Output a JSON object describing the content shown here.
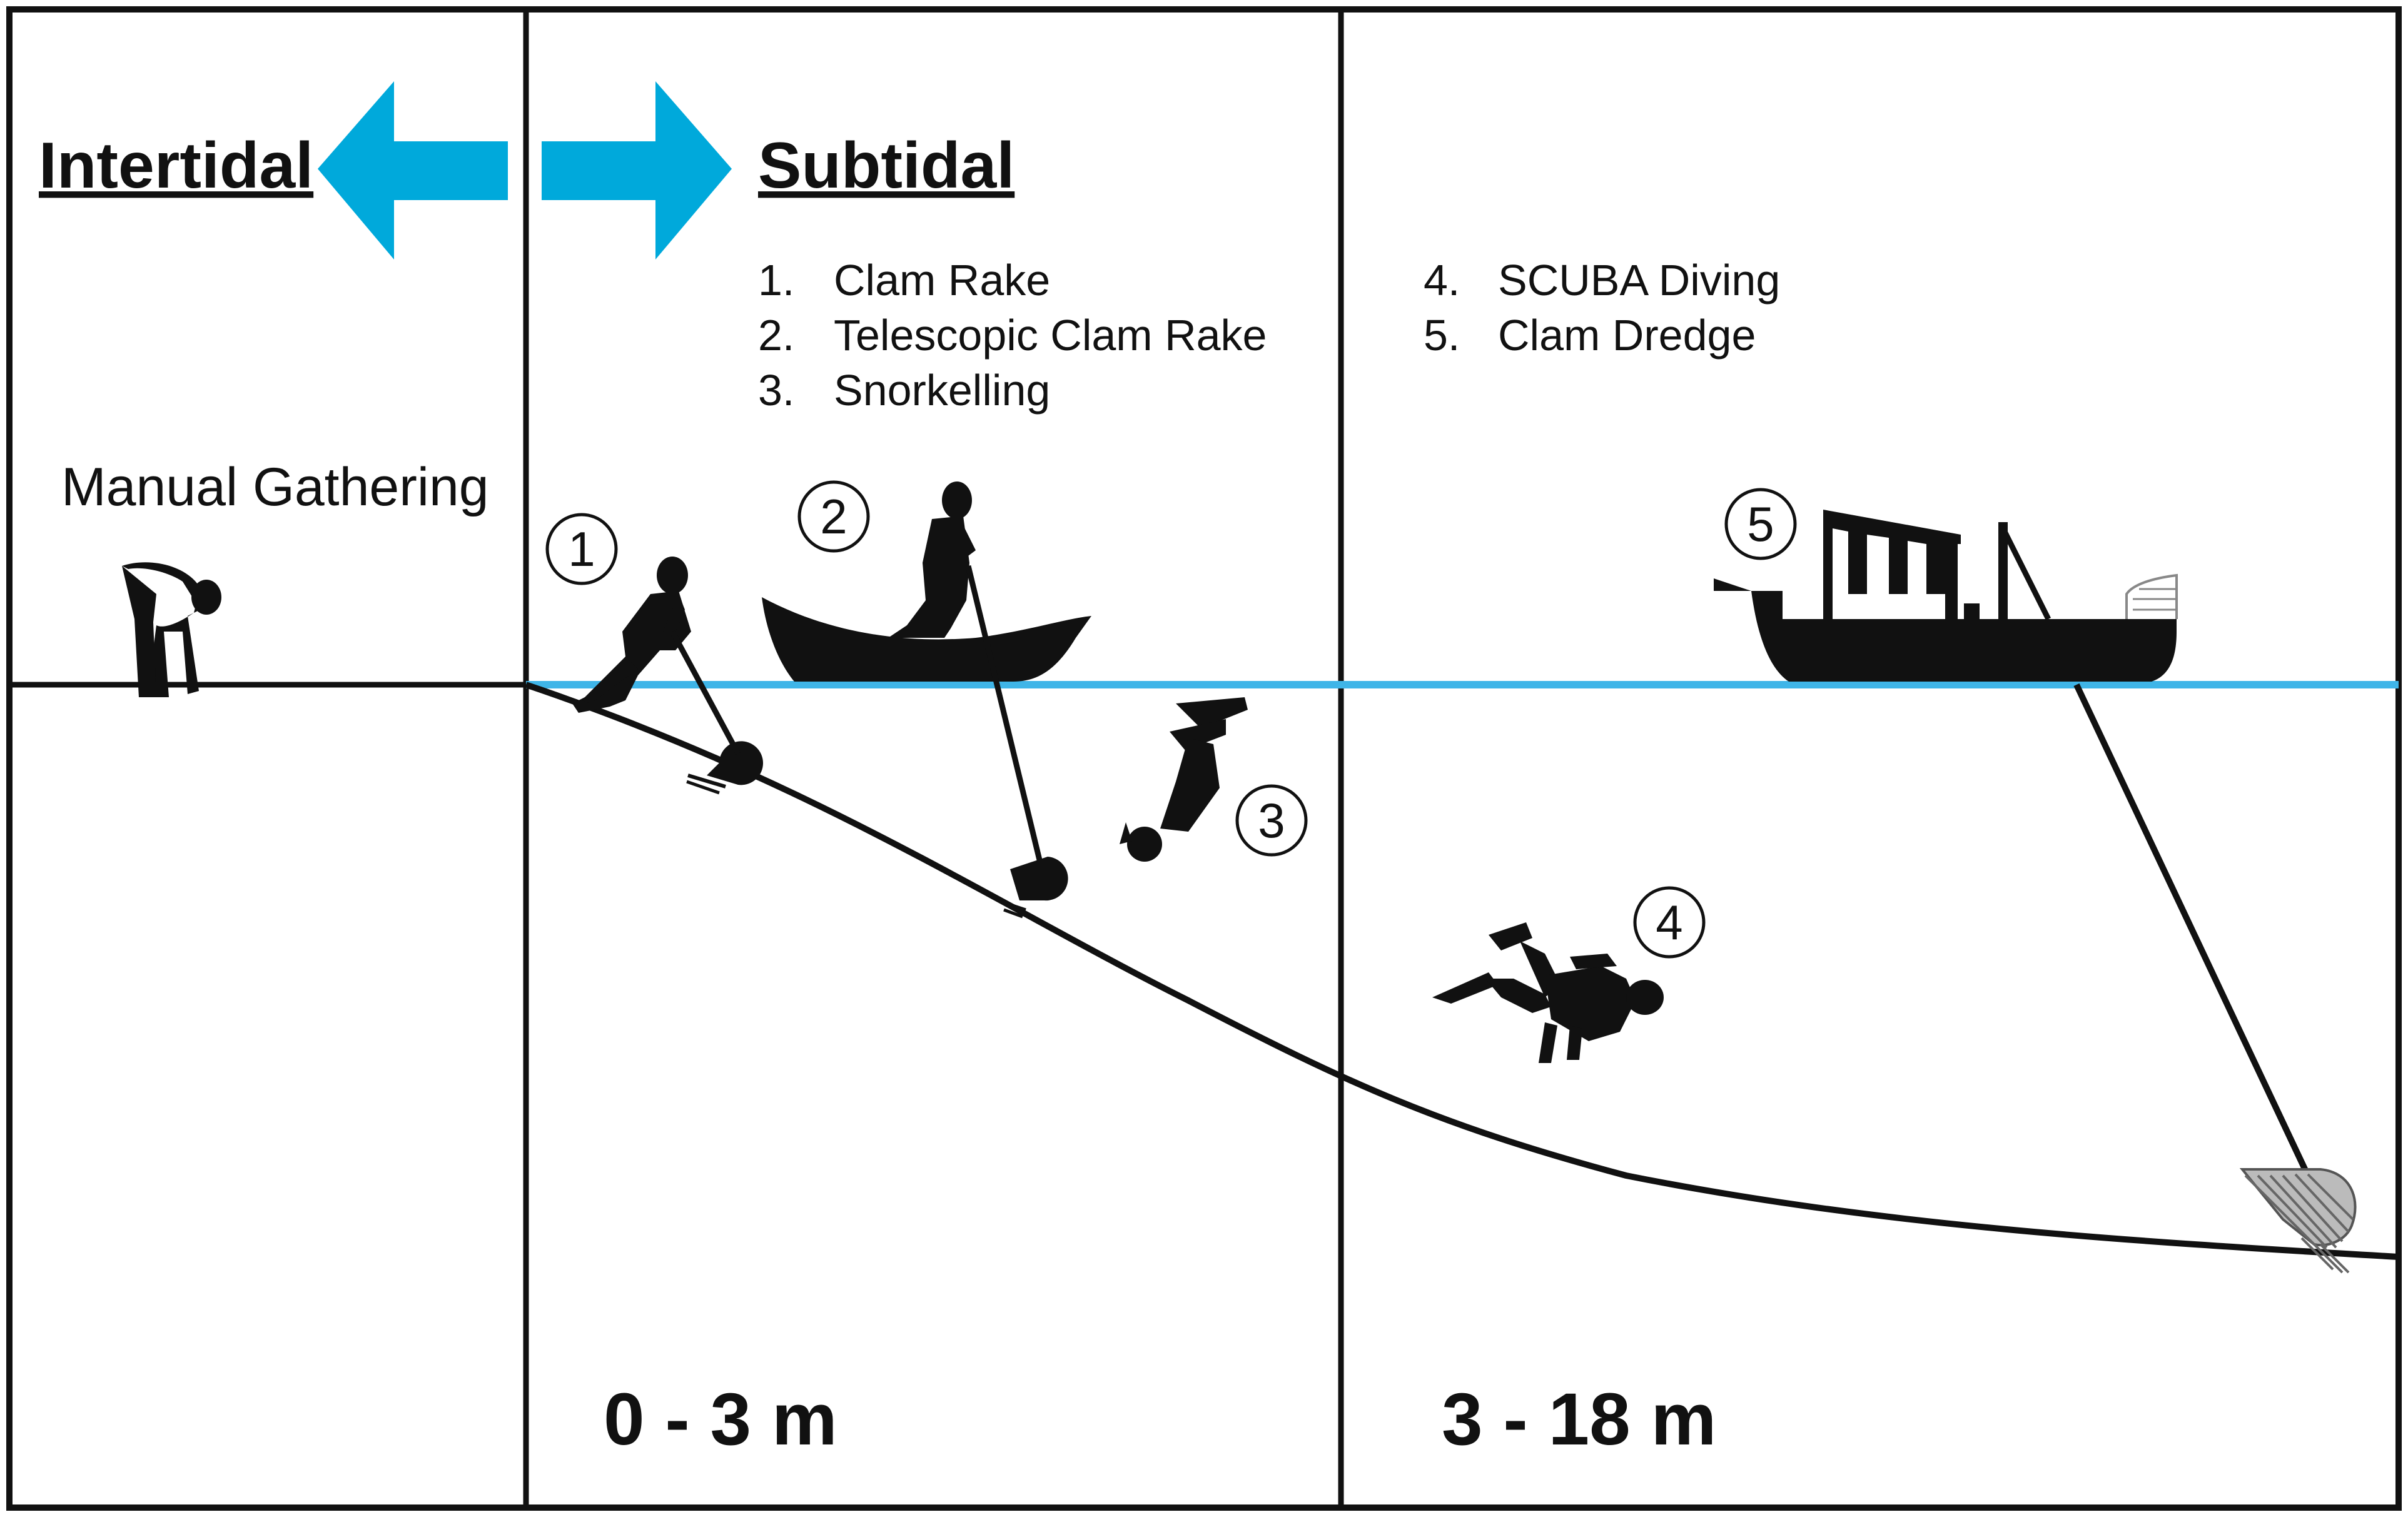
{
  "headings": {
    "intertidal": "Intertidal",
    "subtidal": "Subtidal"
  },
  "methods_list_1": [
    {
      "num": "1.",
      "label": "Clam Rake"
    },
    {
      "num": "2.",
      "label": "Telescopic Clam Rake"
    },
    {
      "num": "3.",
      "label": "Snorkelling"
    }
  ],
  "methods_list_2": [
    {
      "num": "4.",
      "label": "SCUBA Diving"
    },
    {
      "num": "5.",
      "label": "Clam Dredge"
    }
  ],
  "manual_label": "Manual Gathering",
  "markers": [
    "1",
    "2",
    "3",
    "4",
    "5"
  ],
  "depths": {
    "shallow": "0 - 3 m",
    "deep": "3 - 18 m"
  },
  "colors": {
    "arrow": "#00A9DB",
    "waterline": "#3FB5E8",
    "ink": "#111111"
  },
  "icons": [
    "double-arrow-icon",
    "person-bending-icon",
    "person-raking-icon",
    "boat-icon",
    "snorkeler-icon",
    "scuba-diver-icon",
    "fishing-boat-icon",
    "dredge-icon"
  ]
}
